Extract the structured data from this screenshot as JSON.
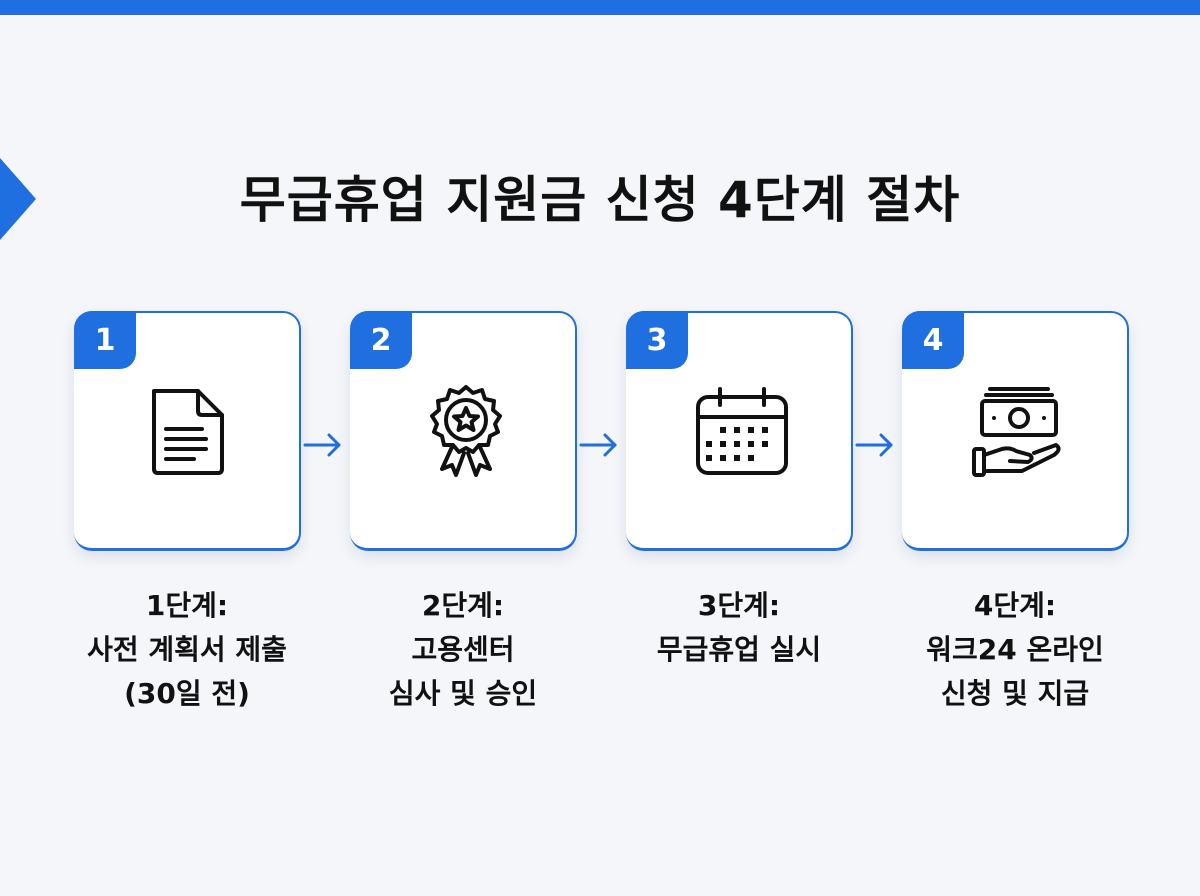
{
  "title": "무급휴업 지원금 신청 4단계 절차",
  "colors": {
    "accent": "#1f6fe0",
    "background": "#f4f6fa",
    "card": "#ffffff",
    "text": "#111111"
  },
  "steps": [
    {
      "number": "1",
      "icon": "document-icon",
      "lines": [
        "1단계:",
        "사전 계획서 제출",
        "(30일 전)"
      ]
    },
    {
      "number": "2",
      "icon": "award-badge-icon",
      "lines": [
        "2단계:",
        "고용센터",
        "심사 및 승인"
      ]
    },
    {
      "number": "3",
      "icon": "calendar-icon",
      "lines": [
        "3단계:",
        "무급휴업 실시"
      ]
    },
    {
      "number": "4",
      "icon": "money-hand-icon",
      "lines": [
        "4단계:",
        "워크24 온라인",
        "신청 및 지급"
      ]
    }
  ]
}
